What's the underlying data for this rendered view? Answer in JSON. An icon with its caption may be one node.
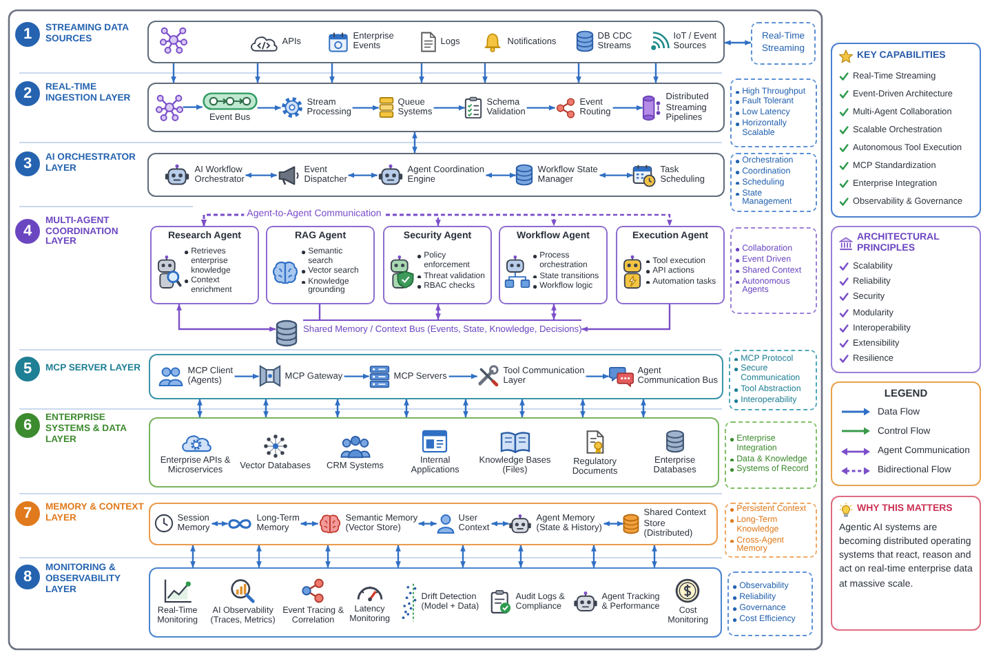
{
  "diagram": {
    "nodes": [
      {
        "text": [
          "1"
        ],
        "beside": [
          "STREAMING DATA SOURCES"
        ]
      },
      {
        "text": [],
        "shape": "box"
      },
      {
        "text": [],
        "shape": "picture",
        "in": 1
      },
      {
        "text": [
          "APIs"
        ],
        "in": 1
      },
      {
        "text": [
          "Enterprise Events"
        ],
        "in": 1
      },
      {
        "text": [
          "Logs"
        ],
        "in": 1
      },
      {
        "text": [
          "Notifications"
        ],
        "in": 1
      },
      {
        "text": [
          "DB CDC Streams"
        ],
        "in": 1
      },
      {
        "text": [
          "IoT / Event Sources"
        ],
        "in": 1
      },
      {
        "text": [
          "Real-Time Streaming"
        ]
      },
      {
        "text": [
          "2"
        ],
        "beside": [
          "REAL-TIME INGESTION LAYER"
        ]
      },
      {
        "text": [],
        "shape": "box"
      },
      {
        "text": [],
        "shape": "picture",
        "in": 11
      },
      {
        "text": [
          "Event Bus"
        ],
        "in": 11
      },
      {
        "text": [
          "Stream Processing"
        ],
        "in": 11
      },
      {
        "text": [
          "Queue Systems"
        ],
        "in": 11
      },
      {
        "text": [
          "Schema Validation"
        ],
        "in": 11
      },
      {
        "text": [
          "Event Routing"
        ],
        "in": 11
      },
      {
        "text": [
          "Distributed Streaming Pipelines"
        ],
        "in": 11
      },
      {
        "text": [
          "High Throughput",
          "Fault Tolerant",
          "Low Latency",
          "Horizontally Scalable"
        ]
      },
      {
        "text": [
          "3"
        ],
        "beside": [
          "AI ORCHESTRATOR LAYER"
        ]
      },
      {
        "text": [],
        "shape": "box"
      },
      {
        "text": [
          "AI Workflow Orchestrator"
        ],
        "in": 21
      },
      {
        "text": [
          "Event Dispatcher"
        ],
        "in": 21
      },
      {
        "text": [
          "Agent Coordination Engine"
        ],
        "in": 21
      },
      {
        "text": [
          "Workflow State Manager"
        ],
        "in": 21
      },
      {
        "text": [
          "Task Scheduling"
        ],
        "in": 21
      },
      {
        "text": [
          "Orchestration",
          "Coordination",
          "Scheduling",
          "State Management"
        ]
      },
      {
        "text": [
          "4"
        ],
        "beside": [
          "MULTI-AGENT COORDINATION LAYER"
        ]
      },
      {
        "text": [
          "Research Agent",
          "Retrieves enterprise knowledge",
          "Context enrichment"
        ]
      },
      {
        "text": [
          "RAG Agent",
          "Semantic search",
          "Vector search",
          "Knowledge grounding"
        ]
      },
      {
        "text": [
          "Security Agent",
          "Policy enforcement",
          "Threat validation",
          "RBAC checks"
        ]
      },
      {
        "text": [
          "Workflow Agent",
          "Process orchestration",
          "State transitions",
          "Workflow logic"
        ]
      },
      {
        "text": [
          "Execution Agent",
          "Tool execution",
          "API actions",
          "Automation tasks"
        ]
      },
      {
        "text": [
          "Shared Memory / Context Bus (Events, State, Knowledge, Decisions)"
        ]
      },
      {
        "text": [
          "Collaboration",
          "Event Driven",
          "Shared Context",
          "Autonomous Agents"
        ]
      },
      {
        "text": [
          "5"
        ],
        "beside": [
          "MCP SERVER LAYER"
        ]
      },
      {
        "text": [],
        "shape": "box"
      },
      {
        "text": [
          "MCP Client (Agents)"
        ],
        "in": 37
      },
      {
        "text": [
          "MCP Gateway"
        ],
        "in": 37
      },
      {
        "text": [
          "MCP Servers"
        ],
        "in": 37
      },
      {
        "text": [
          "Tool Communication Layer"
        ],
        "in": 37
      },
      {
        "text": [
          "Agent Communication Bus"
        ],
        "in": 37
      },
      {
        "text": [
          "MCP Protocol",
          "Secure Communication",
          "Tool Abstraction",
          "Interoperability"
        ]
      },
      {
        "text": [
          "6"
        ],
        "beside": [
          "ENTERPRISE SYSTEMS & DATA LAYER"
        ]
      },
      {
        "text": [],
        "shape": "box"
      },
      {
        "text": [
          "Enterprise APIs & Microservices"
        ],
        "in": 45
      },
      {
        "text": [
          "Vector Databases"
        ],
        "in": 45
      },
      {
        "text": [
          "CRM Systems"
        ],
        "in": 45
      },
      {
        "text": [
          "Internal Applications"
        ],
        "in": 45
      },
      {
        "text": [
          "Knowledge Bases (Files)"
        ],
        "in": 45
      },
      {
        "text": [
          "Regulatory Documents"
        ],
        "in": 45
      },
      {
        "text": [
          "Enterprise Databases"
        ],
        "in": 45
      },
      {
        "text": [
          "Enterprise Integration",
          "Data & Knowledge",
          "Systems of Record"
        ]
      },
      {
        "text": [
          "7"
        ],
        "beside": [
          "MEMORY & CONTEXT LAYER"
        ]
      },
      {
        "text": [],
        "shape": "box"
      },
      {
        "text": [
          "Session Memory"
        ],
        "in": 55
      },
      {
        "text": [
          "Long-Term Memory"
        ],
        "in": 55
      },
      {
        "text": [
          "Semantic Memory (Vector Store)"
        ],
        "in": 55
      },
      {
        "text": [
          "User Context"
        ],
        "in": 55
      },
      {
        "text": [
          "Agent Memory (State & History)"
        ],
        "in": 55
      },
      {
        "text": [
          "Shared Context Store (Distributed)"
        ],
        "in": 55
      },
      {
        "text": [
          "Persistent Context",
          "Long-Term Knowledge",
          "Cross-Agent Memory"
        ]
      },
      {
        "text": [
          "8"
        ],
        "beside": [
          "MONITORING & OBSERVABILITY LAYER"
        ]
      },
      {
        "text": [],
        "shape": "box"
      },
      {
        "text": [
          "Real-Time Monitoring"
        ],
        "in": 64
      },
      {
        "text": [
          "AI Observability (Traces, Metrics)"
        ],
        "in": 64
      },
      {
        "text": [
          "Event Tracing & Correlation"
        ],
        "in": 64
      },
      {
        "text": [
          "Latency Monitoring"
        ],
        "in": 64
      },
      {
        "text": [
          "Drift Detection (Model + Data)"
        ],
        "in": 64
      },
      {
        "text": [
          "Audit Logs & Compliance"
        ],
        "in": 64
      },
      {
        "text": [
          "Agent Tracking & Performance"
        ],
        "in": 64
      },
      {
        "text": [
          "Cost Monitoring"
        ],
        "in": 64
      },
      {
        "text": [
          "Observability",
          "Reliability",
          "Governance",
          "Cost Efficiency"
        ]
      },
      {
        "text": [
          "KEY CAPABILITIES",
          "Real-Time Streaming",
          "Event-Driven Architecture",
          "Multi-Agent Collaboration",
          "Scalable Orchestration",
          "Autonomous Tool Execution",
          "MCP Standardization",
          "Enterprise Integration",
          "Observability & Governance"
        ]
      },
      {
        "text": [
          "ARCHITECTURAL PRINCIPLES",
          "Scalability",
          "Reliability",
          "Security",
          "Modularity",
          "Interoperability",
          "Extensibility",
          "Resilience"
        ]
      },
      {
        "text": [
          "WHY THIS MATTERS",
          "Agentic AI systems are becoming distributed operating systems that react, reason and act on real-time enterprise data at massive scale."
        ]
      }
    ],
    "edges": [
      {
        "from": 1,
        "to": 11,
        "arrow": "to"
      },
      {
        "from": 1,
        "to": 11,
        "arrow": "to"
      },
      {
        "from": 1,
        "to": 11,
        "arrow": "to"
      },
      {
        "from": 1,
        "to": 11,
        "arrow": "to"
      },
      {
        "from": 1,
        "to": 11,
        "arrow": "to"
      },
      {
        "from": 1,
        "to": 11,
        "arrow": "to"
      },
      {
        "from": 1,
        "to": 11,
        "arrow": "to"
      },
      {
        "from": 1,
        "to": 9,
        "arrow": "both"
      },
      {
        "from": 12,
        "to": 13,
        "arrow": "to"
      },
      {
        "from": 13,
        "to": 14,
        "arrow": "to"
      },
      {
        "from": 14,
        "to": 15,
        "arrow": "to"
      },
      {
        "from": 15,
        "to": 16,
        "arrow": "to"
      },
      {
        "from": 16,
        "to": 17,
        "arrow": "to"
      },
      {
        "from": 17,
        "to": 18,
        "arrow": "to"
      },
      {
        "from": 11,
        "to": 21,
        "arrow": "both"
      },
      {
        "from": 22,
        "to": 23,
        "arrow": "both"
      },
      {
        "from": 23,
        "to": 24,
        "arrow": "both"
      },
      {
        "from": 24,
        "to": 25,
        "arrow": "both"
      },
      {
        "from": 25,
        "to": 26,
        "arrow": "both"
      },
      {
        "from": 29,
        "to": 33,
        "arrow": "both",
        "label": "Agent-to-Agent Communication",
        "style": "dashed",
        "color": "#7b4fc9"
      },
      {
        "from": 29,
        "to": 31,
        "arrow": "both",
        "style": "dashed",
        "color": "#7b4fc9"
      },
      {
        "from": 29,
        "to": 32,
        "arrow": "both",
        "style": "dashed",
        "color": "#7b4fc9"
      },
      {
        "from": 29,
        "to": 34,
        "arrow": "both",
        "color": "#7b4fc9"
      },
      {
        "from": 30,
        "to": 34,
        "arrow": "none",
        "color": "#7b4fc9"
      },
      {
        "from": 31,
        "to": 34,
        "arrow": "both",
        "color": "#7b4fc9"
      },
      {
        "from": 32,
        "to": 34,
        "arrow": "both",
        "color": "#7b4fc9"
      },
      {
        "from": 33,
        "to": 34,
        "arrow": "to",
        "color": "#7b4fc9"
      },
      {
        "from": 38,
        "to": 39,
        "arrow": "to"
      },
      {
        "from": 39,
        "to": 40,
        "arrow": "to"
      },
      {
        "from": 40,
        "to": 41,
        "arrow": "to"
      },
      {
        "from": 41,
        "to": 42,
        "arrow": "to"
      },
      {
        "from": 37,
        "to": 45,
        "arrow": "both"
      },
      {
        "from": 37,
        "to": 45,
        "arrow": "both"
      },
      {
        "from": 37,
        "to": 45,
        "arrow": "both"
      },
      {
        "from": 37,
        "to": 45,
        "arrow": "both"
      },
      {
        "from": 37,
        "to": 45,
        "arrow": "both"
      },
      {
        "from": 37,
        "to": 45,
        "arrow": "both"
      },
      {
        "from": 37,
        "to": 45,
        "arrow": "both"
      },
      {
        "from": 37,
        "to": 45,
        "arrow": "both"
      },
      {
        "from": 56,
        "to": 57,
        "arrow": "both"
      },
      {
        "from": 57,
        "to": 58,
        "arrow": "both"
      },
      {
        "from": 58,
        "to": 59,
        "arrow": "both"
      },
      {
        "from": 59,
        "to": 60,
        "arrow": "both"
      },
      {
        "from": 60,
        "to": 61,
        "arrow": "both"
      },
      {
        "from": 55,
        "to": 64,
        "arrow": "both"
      },
      {
        "from": 55,
        "to": 64,
        "arrow": "both"
      },
      {
        "from": 55,
        "to": 64,
        "arrow": "both"
      },
      {
        "from": 55,
        "to": 64,
        "arrow": "both"
      },
      {
        "from": 55,
        "to": 64,
        "arrow": "both"
      },
      {
        "from": 55,
        "to": 64,
        "arrow": "both"
      },
      {
        "from": 55,
        "to": 64,
        "arrow": "both"
      },
      {
        "from": 55,
        "to": 64,
        "arrow": "both"
      }
    ],
    "labels": [
      "LEGEND"
    ],
    "legend": [
      {
        "text": "Data Flow"
      },
      {
        "text": "Control Flow"
      },
      {
        "text": "Agent Communication"
      },
      {
        "text": "Bidirectional Flow"
      }
    ]
  }
}
